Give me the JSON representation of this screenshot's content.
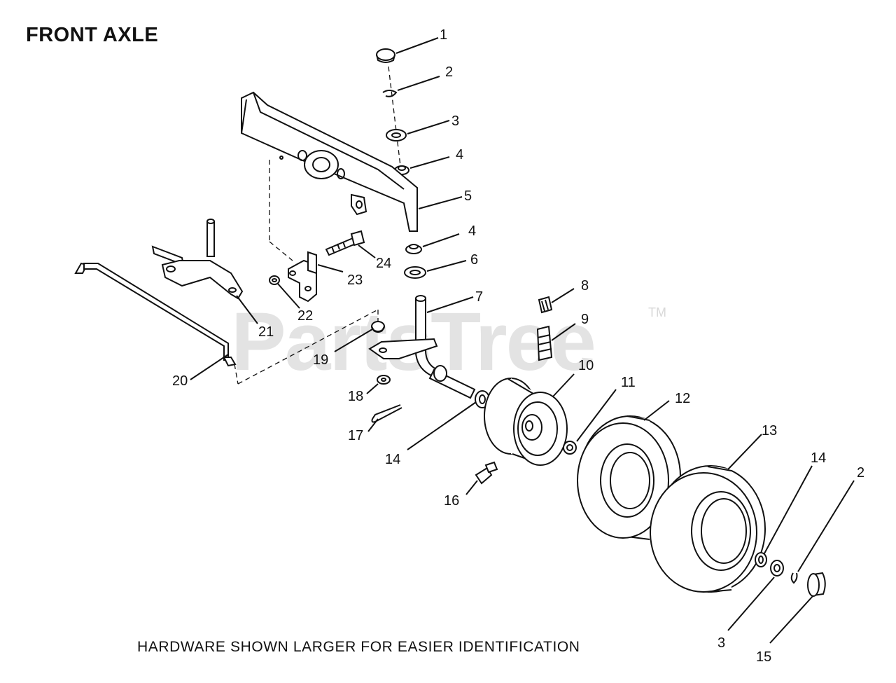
{
  "diagram": {
    "title": "FRONT AXLE",
    "footnote": "HARDWARE SHOWN LARGER FOR EASIER IDENTIFICATION",
    "watermark": "PartsTree",
    "trademark": "TM",
    "callouts": [
      "1",
      "2",
      "3",
      "4",
      "5",
      "4",
      "6",
      "7",
      "8",
      "9",
      "10",
      "11",
      "12",
      "13",
      "14",
      "2",
      "3",
      "15",
      "14",
      "16",
      "17",
      "18",
      "19",
      "20",
      "21",
      "22",
      "23",
      "24"
    ]
  }
}
